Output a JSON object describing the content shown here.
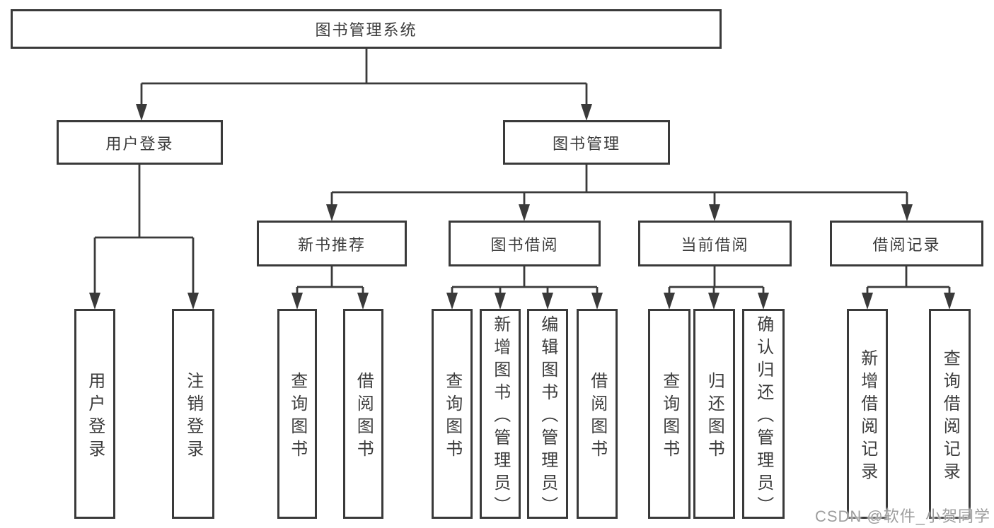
{
  "diagram": {
    "type": "hierarchy-tree",
    "line_color": "#3a3a3a",
    "box_background": "#ffffff",
    "watermark": "CSDN @软件_小贺同学",
    "root": {
      "label": "图书管理系统",
      "children": [
        {
          "label": "用户登录",
          "children": [
            {
              "label": "用户登录"
            },
            {
              "label": "注销登录"
            }
          ]
        },
        {
          "label": "图书管理",
          "children": [
            {
              "label": "新书推荐",
              "children": [
                {
                  "label": "查询图书"
                },
                {
                  "label": "借阅图书"
                }
              ]
            },
            {
              "label": "图书借阅",
              "children": [
                {
                  "label": "查询图书"
                },
                {
                  "label": "新增图书（管理员）"
                },
                {
                  "label": "编辑图书（管理员）"
                },
                {
                  "label": "借阅图书"
                }
              ]
            },
            {
              "label": "当前借阅",
              "children": [
                {
                  "label": "查询图书"
                },
                {
                  "label": "归还图书"
                },
                {
                  "label": "确认归还（管理员）"
                }
              ]
            },
            {
              "label": "借阅记录",
              "children": [
                {
                  "label": "新增借阅记录"
                },
                {
                  "label": "查询借阅记录"
                }
              ]
            }
          ]
        }
      ]
    }
  }
}
